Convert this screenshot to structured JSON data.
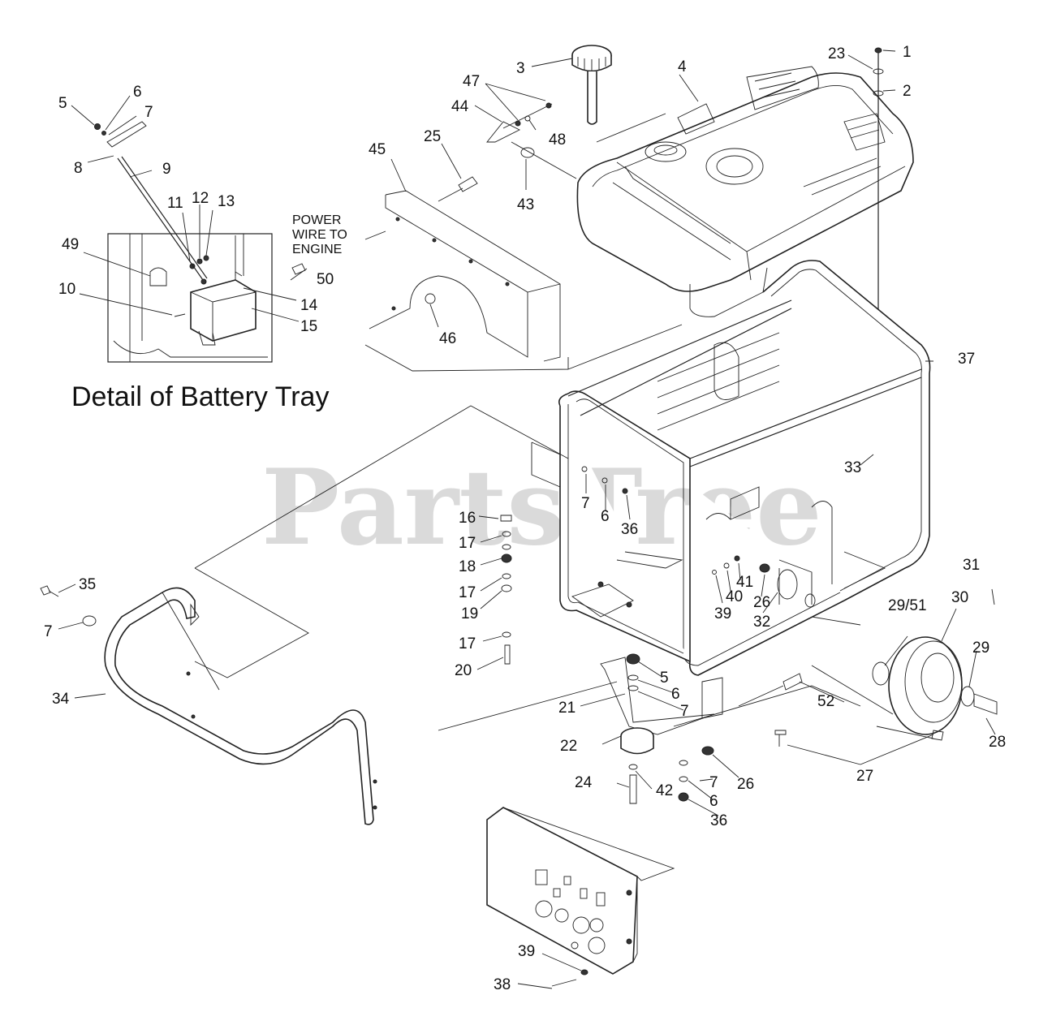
{
  "detail_title": "Detail of Battery Tray",
  "power_note": [
    "POWER",
    "WIRE TO",
    "ENGINE"
  ],
  "watermark": "PartsTree",
  "callouts": [
    "1",
    "2",
    "3",
    "4",
    "5",
    "6",
    "7",
    "8",
    "9",
    "10",
    "11",
    "12",
    "13",
    "14",
    "15",
    "16",
    "17",
    "18",
    "17",
    "19",
    "17",
    "20",
    "21",
    "22",
    "23",
    "24",
    "25",
    "26",
    "26",
    "27",
    "28",
    "29",
    "29/51",
    "30",
    "31",
    "32",
    "33",
    "34",
    "35",
    "36",
    "36",
    "37",
    "38",
    "39",
    "39",
    "40",
    "41",
    "42",
    "43",
    "44",
    "45",
    "46",
    "47",
    "48",
    "49",
    "50",
    "52",
    "7",
    "6",
    "7",
    "6",
    "5",
    "6",
    "7",
    "7"
  ]
}
